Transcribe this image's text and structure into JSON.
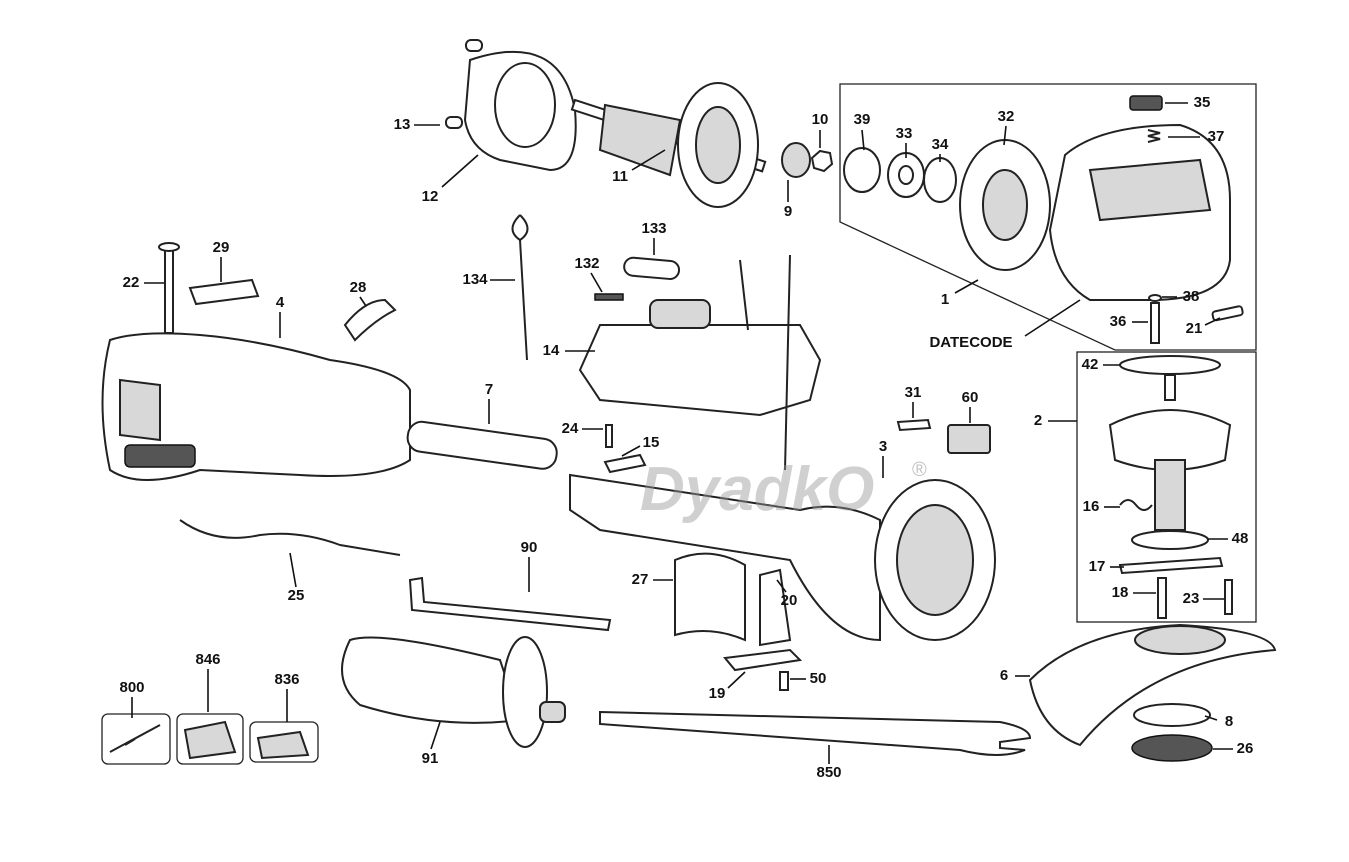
{
  "diagram": {
    "labels": [
      "13",
      "12",
      "11",
      "10",
      "9",
      "39",
      "33",
      "34",
      "32",
      "35",
      "37",
      "1",
      "DATECODE",
      "38",
      "36",
      "21",
      "133",
      "132",
      "134",
      "22",
      "29",
      "28",
      "4",
      "14",
      "7",
      "24",
      "15",
      "31",
      "60",
      "3",
      "42",
      "2",
      "16",
      "48",
      "17",
      "18",
      "23",
      "25",
      "90",
      "27",
      "20",
      "19",
      "50",
      "6",
      "8",
      "26",
      "850",
      "91",
      "800",
      "846",
      "836"
    ],
    "watermark": "DyadkO",
    "watermark_mark": "®"
  }
}
